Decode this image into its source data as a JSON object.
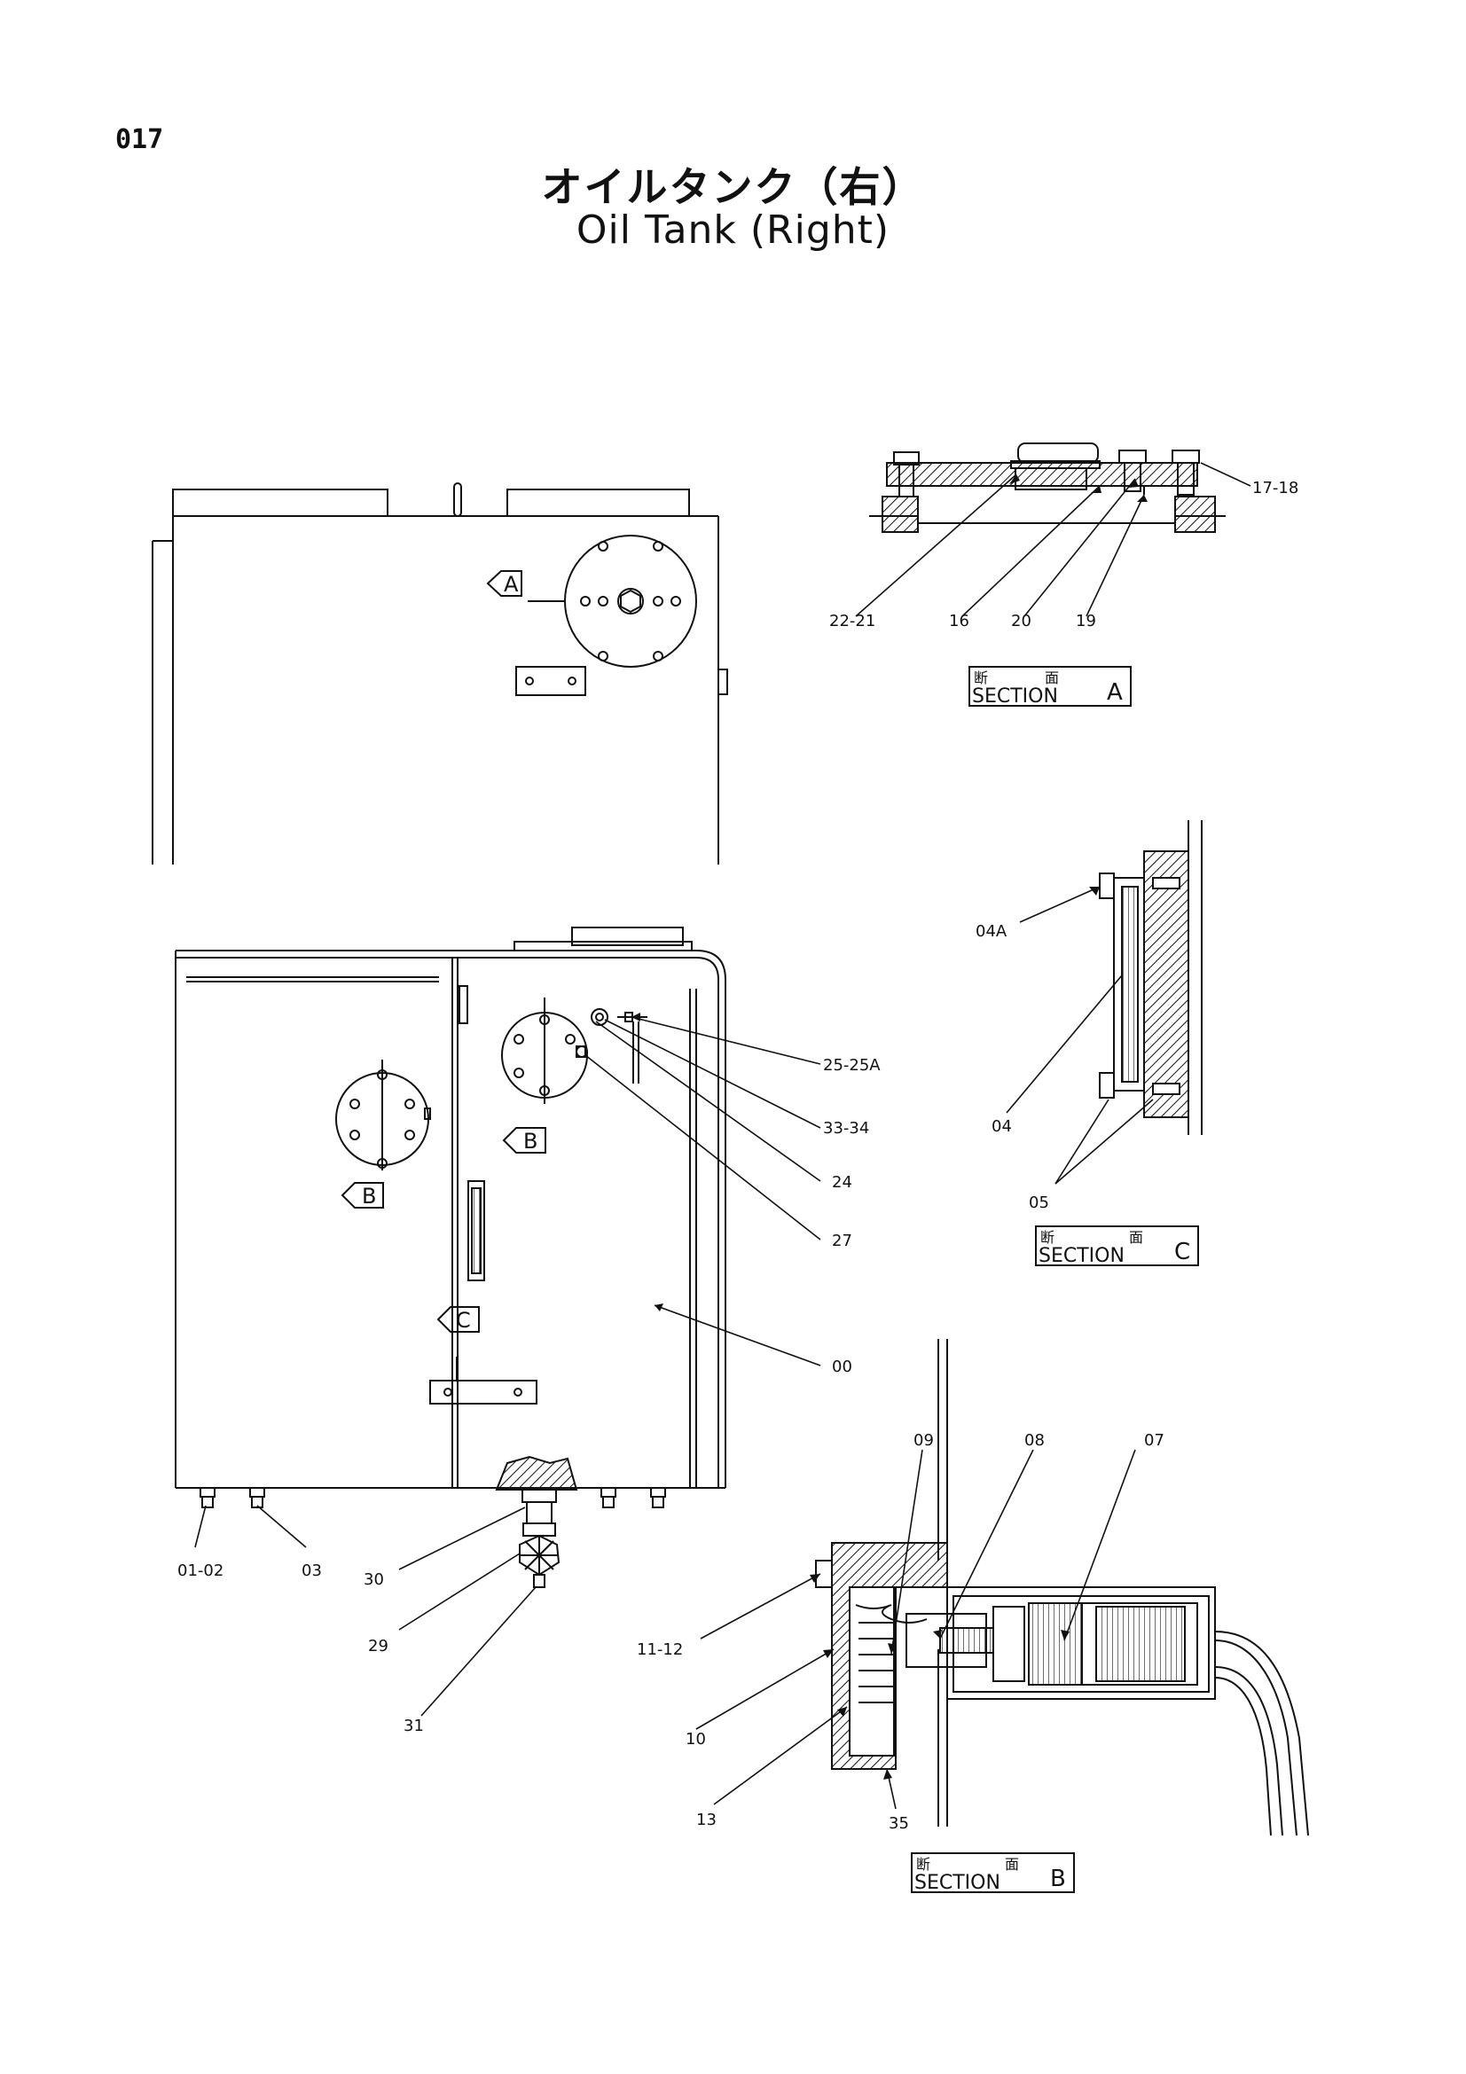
{
  "page_number": "017",
  "title_jp": "オイルタンク（右）",
  "title_en": "Oil Tank (Right)",
  "section_labels": {
    "a": {
      "kanji_1": "断",
      "kanji_2": "面",
      "word": "SECTION",
      "letter": "A"
    },
    "b": {
      "kanji_1": "断",
      "kanji_2": "面",
      "word": "SECTION",
      "letter": "B"
    },
    "c": {
      "kanji_1": "断",
      "kanji_2": "面",
      "word": "SECTION",
      "letter": "C"
    }
  },
  "view_arrows": {
    "a": "A",
    "b1": "B",
    "b2": "B",
    "c": "C"
  },
  "callouts": {
    "p17_18": "17-18",
    "p22_21": "22-21",
    "p16": "16",
    "p20": "20",
    "p19": "19",
    "p04a": "04A",
    "p04": "04",
    "p05": "05",
    "p25_25a": "25-25A",
    "p33_34": "33-34",
    "p24": "24",
    "p27": "27",
    "p00": "00",
    "p01_02": "01-02",
    "p03": "03",
    "p30": "30",
    "p29": "29",
    "p31": "31",
    "p09": "09",
    "p08": "08",
    "p07": "07",
    "p11_12": "11-12",
    "p10": "10",
    "p13": "13",
    "p35": "35"
  }
}
